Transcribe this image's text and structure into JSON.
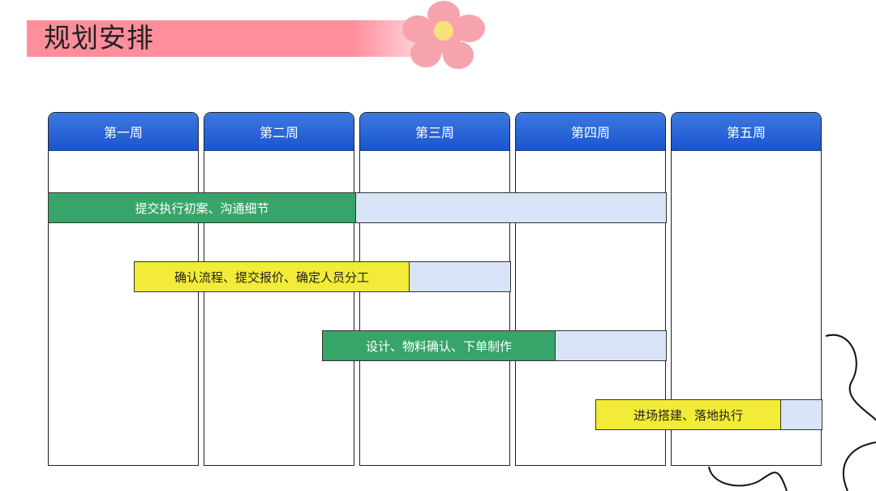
{
  "title": "规划安排",
  "weeks": [
    "第一周",
    "第二周",
    "第三周",
    "第四周",
    "第五周"
  ],
  "tasks": [
    {
      "label": "提交执行初案、沟通细节",
      "color": "#37a56a"
    },
    {
      "label": "确认流程、提交报价、确定人员分工",
      "color": "#f2eb38"
    },
    {
      "label": "设计、物料确认、下单制作",
      "color": "#37a56a"
    },
    {
      "label": "进场搭建、落地执行",
      "color": "#f2eb38"
    }
  ],
  "colors": {
    "title_bar": "#ff8e9c",
    "week_header": "#1a55cf",
    "extension": "#d9e4f8",
    "flower_petal": "#f7a3ad",
    "flower_center": "#f9e27a"
  }
}
